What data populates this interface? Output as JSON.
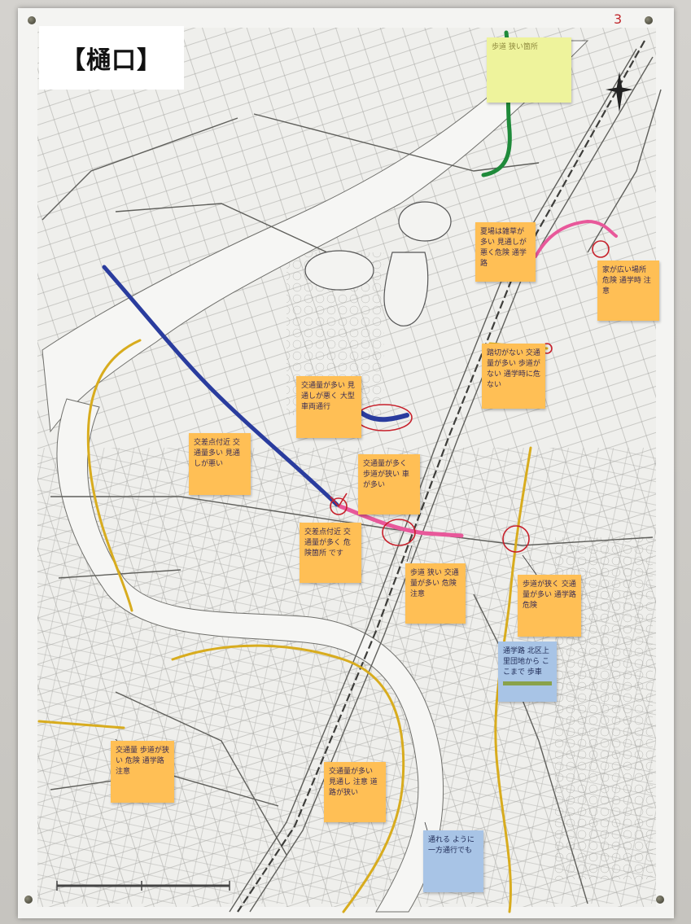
{
  "poster": {
    "title": "【樋口】",
    "page_number": "3"
  },
  "notes": [
    {
      "id": "note-top-yellow",
      "text": "歩道 狭い箇所"
    },
    {
      "id": "note-station-north",
      "text": "夏場は雑草が多い 見通しが悪く危険 通学路"
    },
    {
      "id": "note-east-edge",
      "text": "家が広い場所 危険 通学時 注意"
    },
    {
      "id": "note-railway-east",
      "text": "踏切がない 交通量が多い 歩道がない 通学時に危ない"
    },
    {
      "id": "note-park-south",
      "text": "交通量が多い 見通しが悪く 大型車両通行"
    },
    {
      "id": "note-west-road",
      "text": "交差点付近 交通量多い 見通しが悪い"
    },
    {
      "id": "note-center-intersection",
      "text": "交通量が多く 歩道が狭い 車が多い"
    },
    {
      "id": "note-crossing-south",
      "text": "交差点付近 交通量が多く 危険箇所 です"
    },
    {
      "id": "note-bridge-east",
      "text": "歩道 狭い 交通量が多い 危険 注意"
    },
    {
      "id": "note-river-east",
      "text": "歩道が狭く 交通量が多い 通学路 危険"
    },
    {
      "id": "note-blue-route",
      "text": "通学路 北区上里団地から ここまで 歩車"
    },
    {
      "id": "note-southwest",
      "text": "交通量 歩道が狭い 危険 通学路 注意"
    },
    {
      "id": "note-south-river",
      "text": "交通量が多い 見通し 注意 道路が狭い"
    },
    {
      "id": "note-blue-bottom",
      "text": "通れる ように 一方通行でも"
    }
  ],
  "colors": {
    "orange_note": "#ffbf55",
    "yellow_note": "#eef39c",
    "blue_note": "#a8c4e6",
    "blue_route": "#2a3c9e",
    "green_route": "#1f8a3a",
    "pink_route": "#e8589a",
    "yellow_route": "#d8ac1e",
    "red_circle": "#c7202b"
  },
  "icons": {
    "compass": "compass-rose-icon",
    "pin": "push-pin-icon"
  }
}
